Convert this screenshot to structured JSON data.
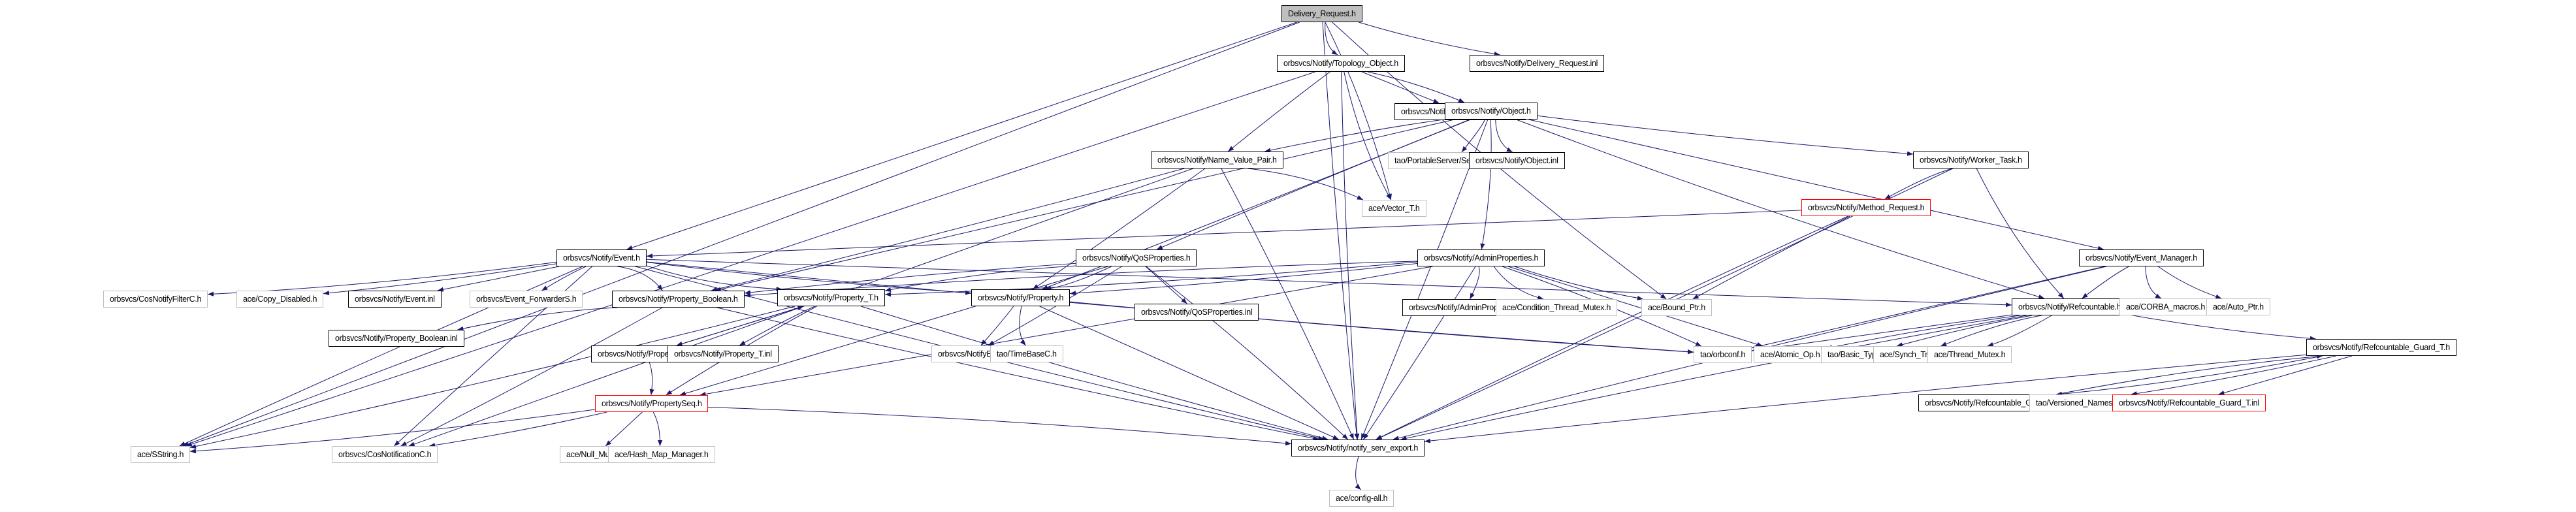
{
  "title": "Delivery_Request.h include dependency graph",
  "colors": {
    "edge": "#191970",
    "root_fill": "#bfbfbf",
    "documented_border": "#000000",
    "external_border": "#bfbfbf",
    "truncated_border": "#ff0000"
  },
  "nodes": [
    {
      "id": "root",
      "label": "Delivery_Request.h",
      "kind": "root"
    },
    {
      "id": "topology",
      "label": "orbsvcs/Notify/Topology_Object.h",
      "kind": "doc"
    },
    {
      "id": "dr_inl",
      "label": "orbsvcs/Notify/Delivery_Request.inl",
      "kind": "doc"
    },
    {
      "id": "topology_inl",
      "label": "orbsvcs/Notify/Topology_Object.inl",
      "kind": "doc"
    },
    {
      "id": "object",
      "label": "orbsvcs/Notify/Object.h",
      "kind": "doc"
    },
    {
      "id": "nvp",
      "label": "orbsvcs/Notify/Name_Value_Pair.h",
      "kind": "doc"
    },
    {
      "id": "servant_base",
      "label": "tao/PortableServer/Servant_Base.h",
      "kind": "ext"
    },
    {
      "id": "object_inl",
      "label": "orbsvcs/Notify/Object.inl",
      "kind": "doc"
    },
    {
      "id": "worker_task",
      "label": "orbsvcs/Notify/Worker_Task.h",
      "kind": "doc"
    },
    {
      "id": "vector_t",
      "label": "ace/Vector_T.h",
      "kind": "ext"
    },
    {
      "id": "method_request",
      "label": "orbsvcs/Notify/Method_Request.h",
      "kind": "trunc"
    },
    {
      "id": "event",
      "label": "orbsvcs/Notify/Event.h",
      "kind": "doc"
    },
    {
      "id": "qos",
      "label": "orbsvcs/Notify/QoSProperties.h",
      "kind": "doc"
    },
    {
      "id": "admin",
      "label": "orbsvcs/Notify/AdminProperties.h",
      "kind": "doc"
    },
    {
      "id": "event_manager",
      "label": "orbsvcs/Notify/Event_Manager.h",
      "kind": "doc"
    },
    {
      "id": "cosnotifyfilter",
      "label": "orbsvcs/CosNotifyFilterC.h",
      "kind": "ext"
    },
    {
      "id": "copy_disabled",
      "label": "ace/Copy_Disabled.h",
      "kind": "ext"
    },
    {
      "id": "event_inl",
      "label": "orbsvcs/Notify/Event.inl",
      "kind": "doc"
    },
    {
      "id": "event_forwarder",
      "label": "orbsvcs/Event_ForwarderS.h",
      "kind": "ext"
    },
    {
      "id": "prop_bool",
      "label": "orbsvcs/Notify/Property_Boolean.h",
      "kind": "doc"
    },
    {
      "id": "prop_t",
      "label": "orbsvcs/Notify/Property_T.h",
      "kind": "doc"
    },
    {
      "id": "property",
      "label": "orbsvcs/Notify/Property.h",
      "kind": "doc"
    },
    {
      "id": "qos_inl",
      "label": "orbsvcs/Notify/QoSProperties.inl",
      "kind": "doc"
    },
    {
      "id": "admin_inl",
      "label": "orbsvcs/Notify/AdminProperties.inl",
      "kind": "doc"
    },
    {
      "id": "cond_mutex",
      "label": "ace/Condition_Thread_Mutex.h",
      "kind": "ext"
    },
    {
      "id": "bound_ptr",
      "label": "ace/Bound_Ptr.h",
      "kind": "ext"
    },
    {
      "id": "refcountable",
      "label": "orbsvcs/Notify/Refcountable.h",
      "kind": "doc"
    },
    {
      "id": "corba_macros",
      "label": "ace/CORBA_macros.h",
      "kind": "ext"
    },
    {
      "id": "auto_ptr",
      "label": "ace/Auto_Ptr.h",
      "kind": "ext"
    },
    {
      "id": "prop_bool_inl",
      "label": "orbsvcs/Notify/Property_Boolean.inl",
      "kind": "doc"
    },
    {
      "id": "prop_t_cpp",
      "label": "orbsvcs/Notify/Property_T.cpp",
      "kind": "doc"
    },
    {
      "id": "prop_t_inl",
      "label": "orbsvcs/Notify/Property_T.inl",
      "kind": "doc"
    },
    {
      "id": "notifyextc",
      "label": "orbsvcs/NotifyExtC.h",
      "kind": "ext"
    },
    {
      "id": "timebasec",
      "label": "tao/TimeBaseC.h",
      "kind": "ext"
    },
    {
      "id": "orbconf",
      "label": "tao/orbconf.h",
      "kind": "ext"
    },
    {
      "id": "atomic_op",
      "label": "ace/Atomic_Op.h",
      "kind": "ext"
    },
    {
      "id": "basic_types",
      "label": "tao/Basic_Types.h",
      "kind": "ext"
    },
    {
      "id": "synch_traits",
      "label": "ace/Synch_Traits.h",
      "kind": "ext"
    },
    {
      "id": "thread_mutex",
      "label": "ace/Thread_Mutex.h",
      "kind": "ext"
    },
    {
      "id": "rc_guard",
      "label": "orbsvcs/Notify/Refcountable_Guard_T.h",
      "kind": "doc"
    },
    {
      "id": "propertyseq",
      "label": "orbsvcs/Notify/PropertySeq.h",
      "kind": "trunc"
    },
    {
      "id": "rc_guard_cpp",
      "label": "orbsvcs/Notify/Refcountable_Guard_T.cpp",
      "kind": "doc"
    },
    {
      "id": "versioned_ns",
      "label": "tao/Versioned_Namespace.h",
      "kind": "ext"
    },
    {
      "id": "rc_guard_inl",
      "label": "orbsvcs/Notify/Refcountable_Guard_T.inl",
      "kind": "trunc"
    },
    {
      "id": "sstring",
      "label": "ace/SString.h",
      "kind": "ext"
    },
    {
      "id": "cosnotification",
      "label": "orbsvcs/CosNotificationC.h",
      "kind": "ext"
    },
    {
      "id": "null_mutex",
      "label": "ace/Null_Mutex.h",
      "kind": "ext"
    },
    {
      "id": "hash_map",
      "label": "ace/Hash_Map_Manager.h",
      "kind": "ext"
    },
    {
      "id": "serv_export",
      "label": "orbsvcs/Notify/notify_serv_export.h",
      "kind": "doc"
    },
    {
      "id": "config_all",
      "label": "ace/config-all.h",
      "kind": "ext"
    }
  ],
  "edges": [
    [
      "root",
      "topology"
    ],
    [
      "root",
      "dr_inl"
    ],
    [
      "root",
      "event"
    ],
    [
      "root",
      "sstring"
    ],
    [
      "root",
      "vector_t"
    ],
    [
      "root",
      "bound_ptr"
    ],
    [
      "root",
      "serv_export"
    ],
    [
      "topology",
      "topology_inl"
    ],
    [
      "topology",
      "object"
    ],
    [
      "topology",
      "nvp"
    ],
    [
      "topology",
      "vector_t"
    ],
    [
      "topology",
      "serv_export"
    ],
    [
      "topology",
      "sstring"
    ],
    [
      "object",
      "nvp"
    ],
    [
      "object",
      "servant_base"
    ],
    [
      "object",
      "object_inl"
    ],
    [
      "object",
      "worker_task"
    ],
    [
      "object",
      "event_manager"
    ],
    [
      "object",
      "qos"
    ],
    [
      "object",
      "admin"
    ],
    [
      "object",
      "refcountable"
    ],
    [
      "object",
      "property"
    ],
    [
      "object",
      "prop_bool"
    ],
    [
      "object",
      "serv_export"
    ],
    [
      "nvp",
      "vector_t"
    ],
    [
      "nvp",
      "property"
    ],
    [
      "nvp",
      "prop_bool"
    ],
    [
      "nvp",
      "cosnotification"
    ],
    [
      "nvp",
      "serv_export"
    ],
    [
      "worker_task",
      "method_request"
    ],
    [
      "worker_task",
      "refcountable"
    ],
    [
      "worker_task",
      "serv_export"
    ],
    [
      "method_request",
      "event"
    ],
    [
      "method_request",
      "bound_ptr"
    ],
    [
      "method_request",
      "serv_export"
    ],
    [
      "event",
      "cosnotifyfilter"
    ],
    [
      "event",
      "copy_disabled"
    ],
    [
      "event",
      "event_inl"
    ],
    [
      "event",
      "event_forwarder"
    ],
    [
      "event",
      "prop_bool"
    ],
    [
      "event",
      "prop_t"
    ],
    [
      "event",
      "property"
    ],
    [
      "event",
      "refcountable"
    ],
    [
      "event",
      "sstring"
    ],
    [
      "event",
      "cosnotification"
    ],
    [
      "event",
      "orbconf"
    ],
    [
      "event",
      "serv_export"
    ],
    [
      "qos",
      "qos_inl"
    ],
    [
      "qos",
      "prop_bool"
    ],
    [
      "qos",
      "prop_t"
    ],
    [
      "qos",
      "property"
    ],
    [
      "qos",
      "notifyextc"
    ],
    [
      "qos",
      "propertyseq"
    ],
    [
      "qos",
      "serv_export"
    ],
    [
      "admin",
      "admin_inl"
    ],
    [
      "admin",
      "cond_mutex"
    ],
    [
      "admin",
      "bound_ptr"
    ],
    [
      "admin",
      "atomic_op"
    ],
    [
      "admin",
      "orbconf"
    ],
    [
      "admin",
      "prop_bool"
    ],
    [
      "admin",
      "prop_t"
    ],
    [
      "admin",
      "property"
    ],
    [
      "admin",
      "propertyseq"
    ],
    [
      "admin",
      "serv_export"
    ],
    [
      "event_manager",
      "refcountable"
    ],
    [
      "event_manager",
      "corba_macros"
    ],
    [
      "event_manager",
      "auto_ptr"
    ],
    [
      "event_manager",
      "orbconf"
    ],
    [
      "event_manager",
      "serv_export"
    ],
    [
      "prop_bool",
      "prop_bool_inl"
    ],
    [
      "prop_bool",
      "cosnotification"
    ],
    [
      "prop_bool",
      "serv_export"
    ],
    [
      "prop_t",
      "prop_t_cpp"
    ],
    [
      "prop_t",
      "prop_t_inl"
    ],
    [
      "prop_t",
      "propertyseq"
    ],
    [
      "prop_t",
      "sstring"
    ],
    [
      "prop_t",
      "serv_export"
    ],
    [
      "prop_t_cpp",
      "prop_t"
    ],
    [
      "prop_t_cpp",
      "propertyseq"
    ],
    [
      "property",
      "notifyextc"
    ],
    [
      "property",
      "timebasec"
    ],
    [
      "property",
      "orbconf"
    ],
    [
      "property",
      "serv_export"
    ],
    [
      "refcountable",
      "basic_types"
    ],
    [
      "refcountable",
      "synch_traits"
    ],
    [
      "refcountable",
      "thread_mutex"
    ],
    [
      "refcountable",
      "rc_guard"
    ],
    [
      "refcountable",
      "orbconf"
    ],
    [
      "refcountable",
      "atomic_op"
    ],
    [
      "refcountable",
      "serv_export"
    ],
    [
      "rc_guard",
      "rc_guard_cpp"
    ],
    [
      "rc_guard",
      "versioned_ns"
    ],
    [
      "rc_guard",
      "rc_guard_inl"
    ],
    [
      "rc_guard",
      "serv_export"
    ],
    [
      "rc_guard_cpp",
      "rc_guard"
    ],
    [
      "propertyseq",
      "sstring"
    ],
    [
      "propertyseq",
      "cosnotification"
    ],
    [
      "propertyseq",
      "null_mutex"
    ],
    [
      "propertyseq",
      "hash_map"
    ],
    [
      "propertyseq",
      "serv_export"
    ],
    [
      "serv_export",
      "config_all"
    ]
  ]
}
